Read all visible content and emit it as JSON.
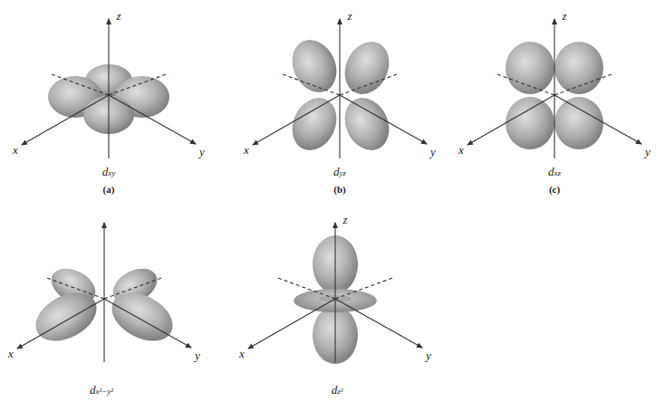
{
  "diagram": {
    "labels": [
      "z",
      "x",
      "y",
      "dxy",
      "(a)",
      "z",
      "x",
      "y",
      "dyz",
      "(b)",
      "z",
      "x",
      "y",
      "dxz",
      "(c)",
      "x",
      "y",
      "dx²−y²",
      "z",
      "x",
      "y",
      "dz²"
    ]
  }
}
